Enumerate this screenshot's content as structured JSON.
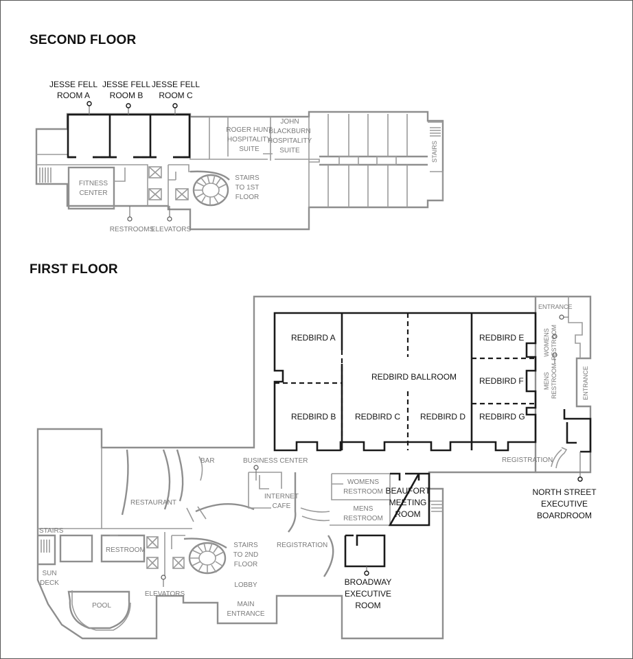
{
  "floors": {
    "second_title": "SECOND FLOOR",
    "first_title": "FIRST FLOOR"
  },
  "second_floor": {
    "jesse_a": [
      "JESSE FELL",
      "ROOM A"
    ],
    "jesse_b": [
      "JESSE FELL",
      "ROOM B"
    ],
    "jesse_c": [
      "JESSE FELL",
      "ROOM C"
    ],
    "roger_hunt": [
      "ROGER HUNT",
      "HOSPITALITY",
      "SUITE"
    ],
    "john_blackburn": [
      "JOHN",
      "BLACKBURN",
      "HOSPITALITY",
      "SUITE"
    ],
    "stairs": "STAIRS",
    "fitness": [
      "FITNESS",
      "CENTER"
    ],
    "stairs_to_1st": [
      "STAIRS",
      "TO 1ST",
      "FLOOR"
    ],
    "restrooms": "RESTROOMS",
    "elevators": "ELEVATORS"
  },
  "first_floor": {
    "redbird_a": "REDBIRD A",
    "redbird_b": "REDBIRD B",
    "redbird_c": "REDBIRD C",
    "redbird_d": "REDBIRD D",
    "redbird_e": "REDBIRD E",
    "redbird_f": "REDBIRD F",
    "redbird_g": "REDBIRD G",
    "ballroom": "REDBIRD BALLROOM",
    "entrance_top": "ENTRANCE",
    "entrance_side": "ENTRANCE",
    "womens_restroom_side": [
      "WOMENS",
      "RESTROOM"
    ],
    "mens_restroom_side": [
      "MENS",
      "RESTROOM"
    ],
    "registration_right": "REGISTRATION",
    "north_street": [
      "NORTH STREET",
      "EXECUTIVE",
      "BOARDROOM"
    ],
    "bar": "BAR",
    "business_center": "BUSINESS CENTER",
    "restaurant": "RESTAURANT",
    "internet_cafe": [
      "INTERNET",
      "CAFE"
    ],
    "womens_restroom": [
      "WOMENS",
      "RESTROOM"
    ],
    "mens_restroom": [
      "MENS",
      "RESTROOM"
    ],
    "beaufort": [
      "BEAUFORT",
      "MEETING",
      "ROOM"
    ],
    "stairs_left": "STAIRS",
    "restroom": "RESTROOM",
    "stairs_to_2nd": [
      "STAIRS",
      "TO 2ND",
      "FLOOR"
    ],
    "registration": "REGISTRATION",
    "sun_deck": [
      "SUN",
      "DECK"
    ],
    "pool": "POOL",
    "elevators": "ELEVATORS",
    "lobby": "LOBBY",
    "main_entrance": [
      "MAIN",
      "ENTRANCE"
    ],
    "broadway": [
      "BROADWAY",
      "EXECUTIVE",
      "ROOM"
    ]
  }
}
